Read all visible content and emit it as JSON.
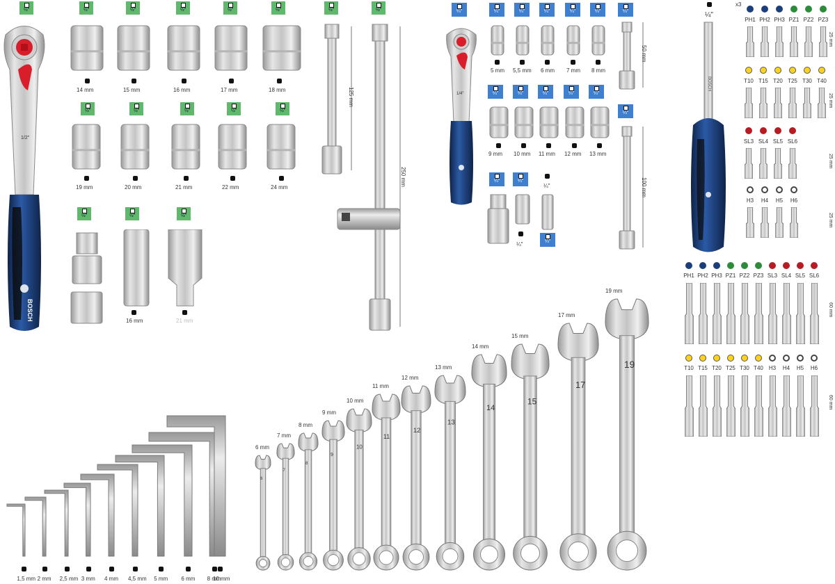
{
  "drive_half": "½\"",
  "drive_quarter": "¼\"",
  "ratchet_half_marking": "1/2\"",
  "ratchet_quarter_marking": "1/4\"",
  "brand": "BOSCH",
  "sockets_half_row1": [
    "14 mm",
    "15 mm",
    "16 mm",
    "17 mm",
    "18 mm"
  ],
  "sockets_half_row2": [
    "19 mm",
    "20 mm",
    "21 mm",
    "22 mm",
    "24 mm"
  ],
  "spark_plug_socket_label": "16 mm",
  "spark_plug_socket_label2": "21 mm",
  "extension_half_short": "125 mm",
  "extension_half_long": "250 mm",
  "sockets_quarter_row1": [
    "5 mm",
    "5,5 mm",
    "6 mm",
    "7 mm",
    "8 mm"
  ],
  "sockets_quarter_row2": [
    "9 mm",
    "10 mm",
    "11 mm",
    "12 mm",
    "13 mm"
  ],
  "extension_quarter_short": "50 mm",
  "extension_quarter_long": "100 mm",
  "adapter_label": "¼\"",
  "bit_holder_label": "¼\"",
  "quantity_x3": "x3",
  "short_bits_row1": [
    "PH1",
    "PH2",
    "PH3",
    "PZ1",
    "PZ2",
    "PZ3"
  ],
  "short_bits_row2": [
    "T10",
    "T15",
    "T20",
    "T25",
    "T30",
    "T40"
  ],
  "short_bits_row3": [
    "SL3",
    "SL4",
    "SL5",
    "SL6"
  ],
  "short_bits_row4": [
    "H3",
    "H4",
    "H5",
    "H6"
  ],
  "short_bit_len_1": "25 mm",
  "short_bit_len_2": "25 mm",
  "short_bit_len_3": "25 mm",
  "short_bit_len_4": "25 mm",
  "long_bits_row1": [
    "PH1",
    "PH2",
    "PH3",
    "PZ1",
    "PZ2",
    "PZ3",
    "SL3",
    "SL4",
    "SL5",
    "SL6"
  ],
  "long_bits_row2": [
    "T10",
    "T15",
    "T20",
    "T25",
    "T30",
    "T40",
    "H3",
    "H4",
    "H5",
    "H6"
  ],
  "long_bit_len_1": "60 mm",
  "long_bit_len_2": "60 mm",
  "hex_keys": [
    "1,5 mm",
    "2 mm",
    "2,5 mm",
    "3 mm",
    "4 mm",
    "4,5 mm",
    "5 mm",
    "6 mm",
    "8 mm",
    "10 mm"
  ],
  "wrenches": [
    "6 mm",
    "7 mm",
    "8 mm",
    "9 mm",
    "10 mm",
    "11 mm",
    "12 mm",
    "13 mm",
    "14 mm",
    "15 mm",
    "17 mm",
    "19 mm"
  ],
  "wrench_numbers": [
    "6",
    "7",
    "8",
    "9",
    "10",
    "11",
    "12",
    "13",
    "14",
    "15",
    "17",
    "19"
  ],
  "colors": {
    "green_tag": "#5fb86b",
    "blue_tag": "#3f7fd0",
    "handle_blue": "#1c3e7a",
    "handle_red": "#d81e2a",
    "chrome": "#c8c8c8"
  }
}
